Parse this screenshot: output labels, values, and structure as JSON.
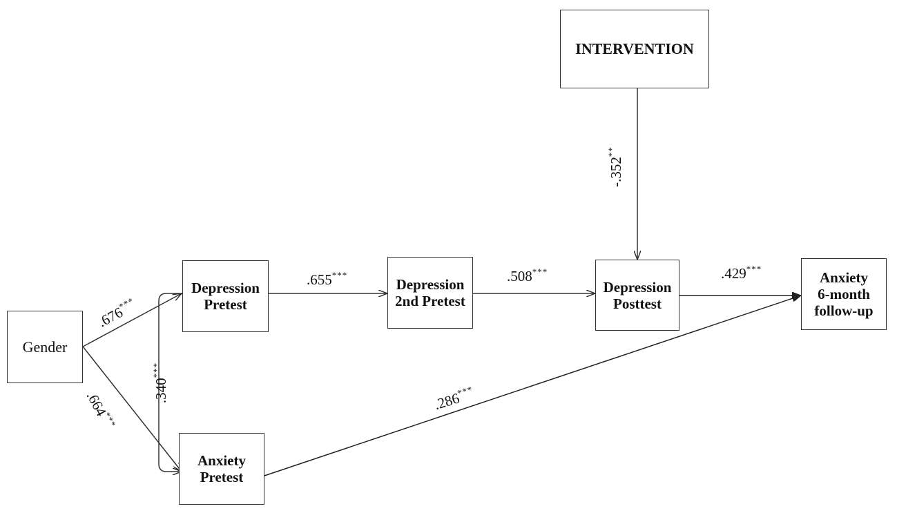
{
  "diagram": {
    "nodes": {
      "intervention": {
        "lines": [
          "INTERVENTION"
        ]
      },
      "gender": {
        "lines": [
          "Gender"
        ]
      },
      "depression_pretest": {
        "lines": [
          "Depression",
          "Pretest"
        ]
      },
      "depression_2nd_pretest": {
        "lines": [
          "Depression",
          "2nd Pretest"
        ]
      },
      "depression_posttest": {
        "lines": [
          "Depression",
          "Posttest"
        ]
      },
      "anxiety_followup": {
        "lines": [
          "Anxiety",
          "6-month",
          "follow-up"
        ]
      },
      "anxiety_pretest": {
        "lines": [
          "Anxiety",
          "Pretest"
        ]
      }
    },
    "paths": [
      {
        "id": "gender_to_dep_pre",
        "from": "gender",
        "to": "depression_pretest",
        "coefficient": ".676",
        "stars": "***"
      },
      {
        "id": "gender_to_anx_pre",
        "from": "gender",
        "to": "anxiety_pretest",
        "coefficient": ".664",
        "stars": "***"
      },
      {
        "id": "dep_pre_anx_pre",
        "from": "depression_pretest",
        "to": "anxiety_pretest",
        "coefficient": ".340",
        "stars": "***"
      },
      {
        "id": "dep_pre_to_dep_2nd",
        "from": "depression_pretest",
        "to": "depression_2nd_pretest",
        "coefficient": ".655",
        "stars": "***"
      },
      {
        "id": "dep_2nd_to_dep_post",
        "from": "depression_2nd_pretest",
        "to": "depression_posttest",
        "coefficient": ".508",
        "stars": "***"
      },
      {
        "id": "intervention_to_dep_post",
        "from": "intervention",
        "to": "depression_posttest",
        "coefficient": "-.352",
        "stars": "**"
      },
      {
        "id": "dep_post_to_anx_fu",
        "from": "depression_posttest",
        "to": "anxiety_followup",
        "coefficient": ".429",
        "stars": "***"
      },
      {
        "id": "anx_pre_to_anx_fu",
        "from": "anxiety_pretest",
        "to": "anxiety_followup",
        "coefficient": ".286",
        "stars": "***"
      }
    ]
  }
}
